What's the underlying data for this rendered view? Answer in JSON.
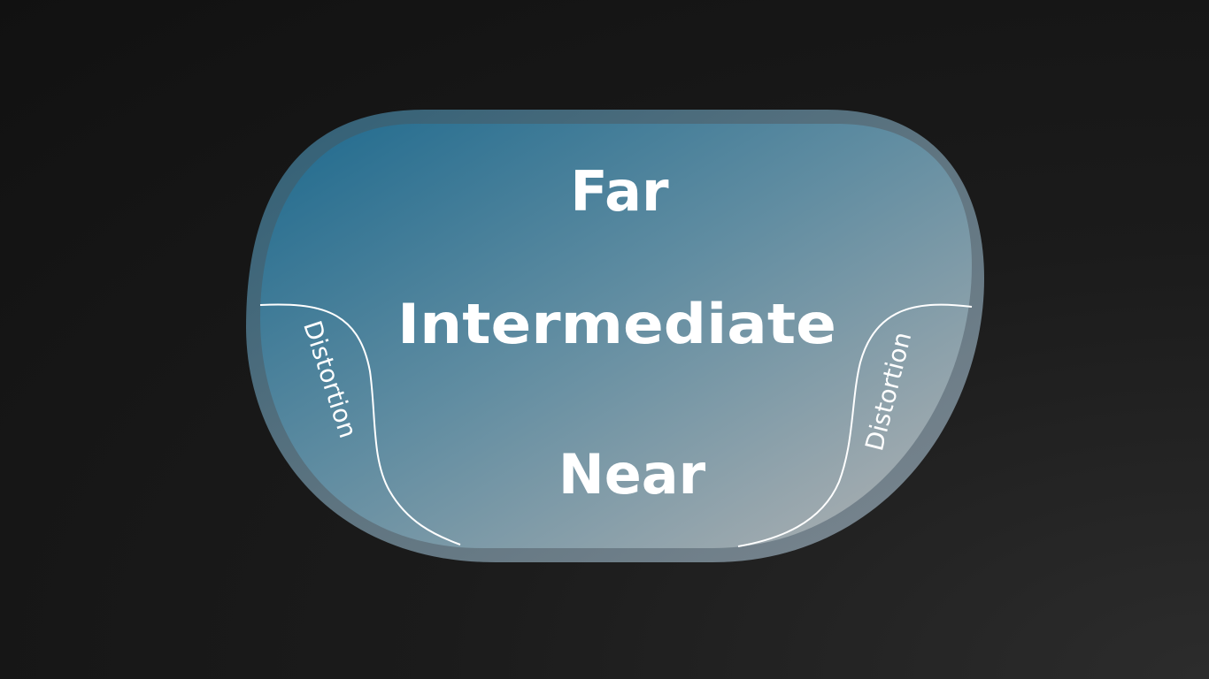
{
  "diagram": {
    "zones": {
      "far": "Far",
      "intermediate": "Intermediate",
      "near": "Near"
    },
    "distortion_left": "Distortion",
    "distortion_right": "Distortion"
  },
  "colors": {
    "lens_top_left": "#226d8f",
    "lens_bottom_right": "#aeaeae",
    "rim": "#6a7c86",
    "background": "#161616",
    "text": "#ffffff"
  }
}
